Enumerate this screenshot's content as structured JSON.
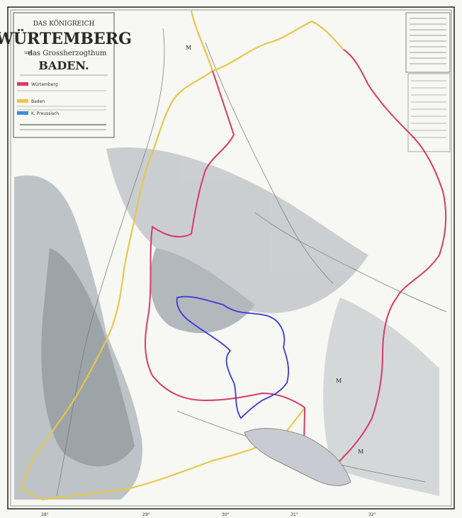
{
  "map": {
    "title": {
      "line1": "DAS KÖNIGREICH",
      "line2": "WÜRTEMBERG",
      "line3_und": "und",
      "line3": "das Grossherzogthum",
      "line4": "BADEN."
    },
    "legend": {
      "wuerttemberg": {
        "label": "Würtemberg",
        "color": "#d83a6b"
      },
      "baden": {
        "label": "Baden",
        "color": "#e6c84a"
      },
      "preussen": {
        "label": "K. Preussisch",
        "color": "#3a8fd8"
      }
    },
    "region_labels": [
      "M",
      "M",
      "M"
    ],
    "bottom_scale_labels": [
      "28°",
      "29°",
      "30°",
      "31°",
      "32°"
    ],
    "colors": {
      "paper": "#fbfbf7",
      "terrain": "#9aa3a8",
      "border_wue": "#d83a6b",
      "border_baden": "#e6c84a",
      "border_hz": "#3a3ad8",
      "lake": "#c8ccd2"
    }
  }
}
